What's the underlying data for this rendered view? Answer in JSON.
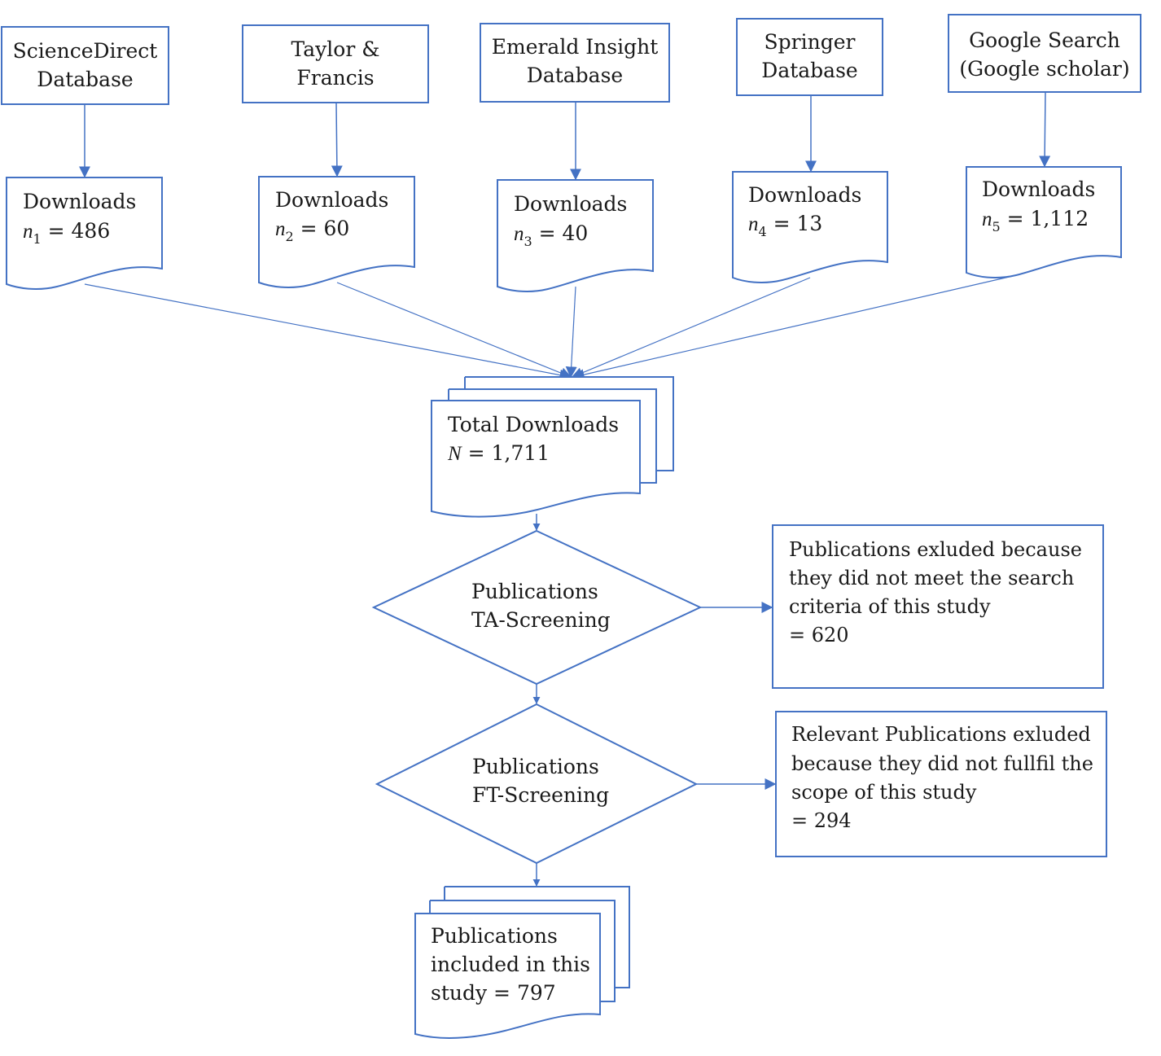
{
  "colors": {
    "stroke": "#4472C4",
    "text": "#1a1a1a",
    "background": "#ffffff"
  },
  "sources": [
    {
      "lines": [
        "ScienceDirect",
        "Database"
      ]
    },
    {
      "lines": [
        "Taylor &",
        "Francis"
      ]
    },
    {
      "lines": [
        "Emerald Insight",
        "Database"
      ]
    },
    {
      "lines": [
        "Springer",
        "Database"
      ]
    },
    {
      "lines": [
        "Google Search",
        "(Google scholar)"
      ]
    }
  ],
  "downloads": [
    {
      "label": "Downloads",
      "var": "n",
      "sub": "1",
      "value": "486"
    },
    {
      "label": "Downloads",
      "var": "n",
      "sub": "2",
      "value": "60"
    },
    {
      "label": "Downloads",
      "var": "n",
      "sub": "3",
      "value": "40"
    },
    {
      "label": "Downloads",
      "var": "n",
      "sub": "4",
      "value": "13"
    },
    {
      "label": "Downloads",
      "var": "n",
      "sub": "5",
      "value": "1,112"
    }
  ],
  "total": {
    "label": "Total Downloads",
    "var": "N",
    "value": "1,711"
  },
  "ta_screening": {
    "lines": [
      "Publications",
      "TA-Screening"
    ]
  },
  "ft_screening": {
    "lines": [
      "Publications",
      "FT-Screening"
    ]
  },
  "excluded_ta": {
    "lines": [
      "Publications exluded because",
      "they did not meet the search",
      "criteria of this study",
      "= 620"
    ]
  },
  "excluded_ft": {
    "lines": [
      "Relevant Publications exluded",
      "because they did not fullfil the",
      "scope of this study",
      "= 294"
    ]
  },
  "included": {
    "lines": [
      "Publications",
      "included in this",
      "study = 797"
    ]
  }
}
